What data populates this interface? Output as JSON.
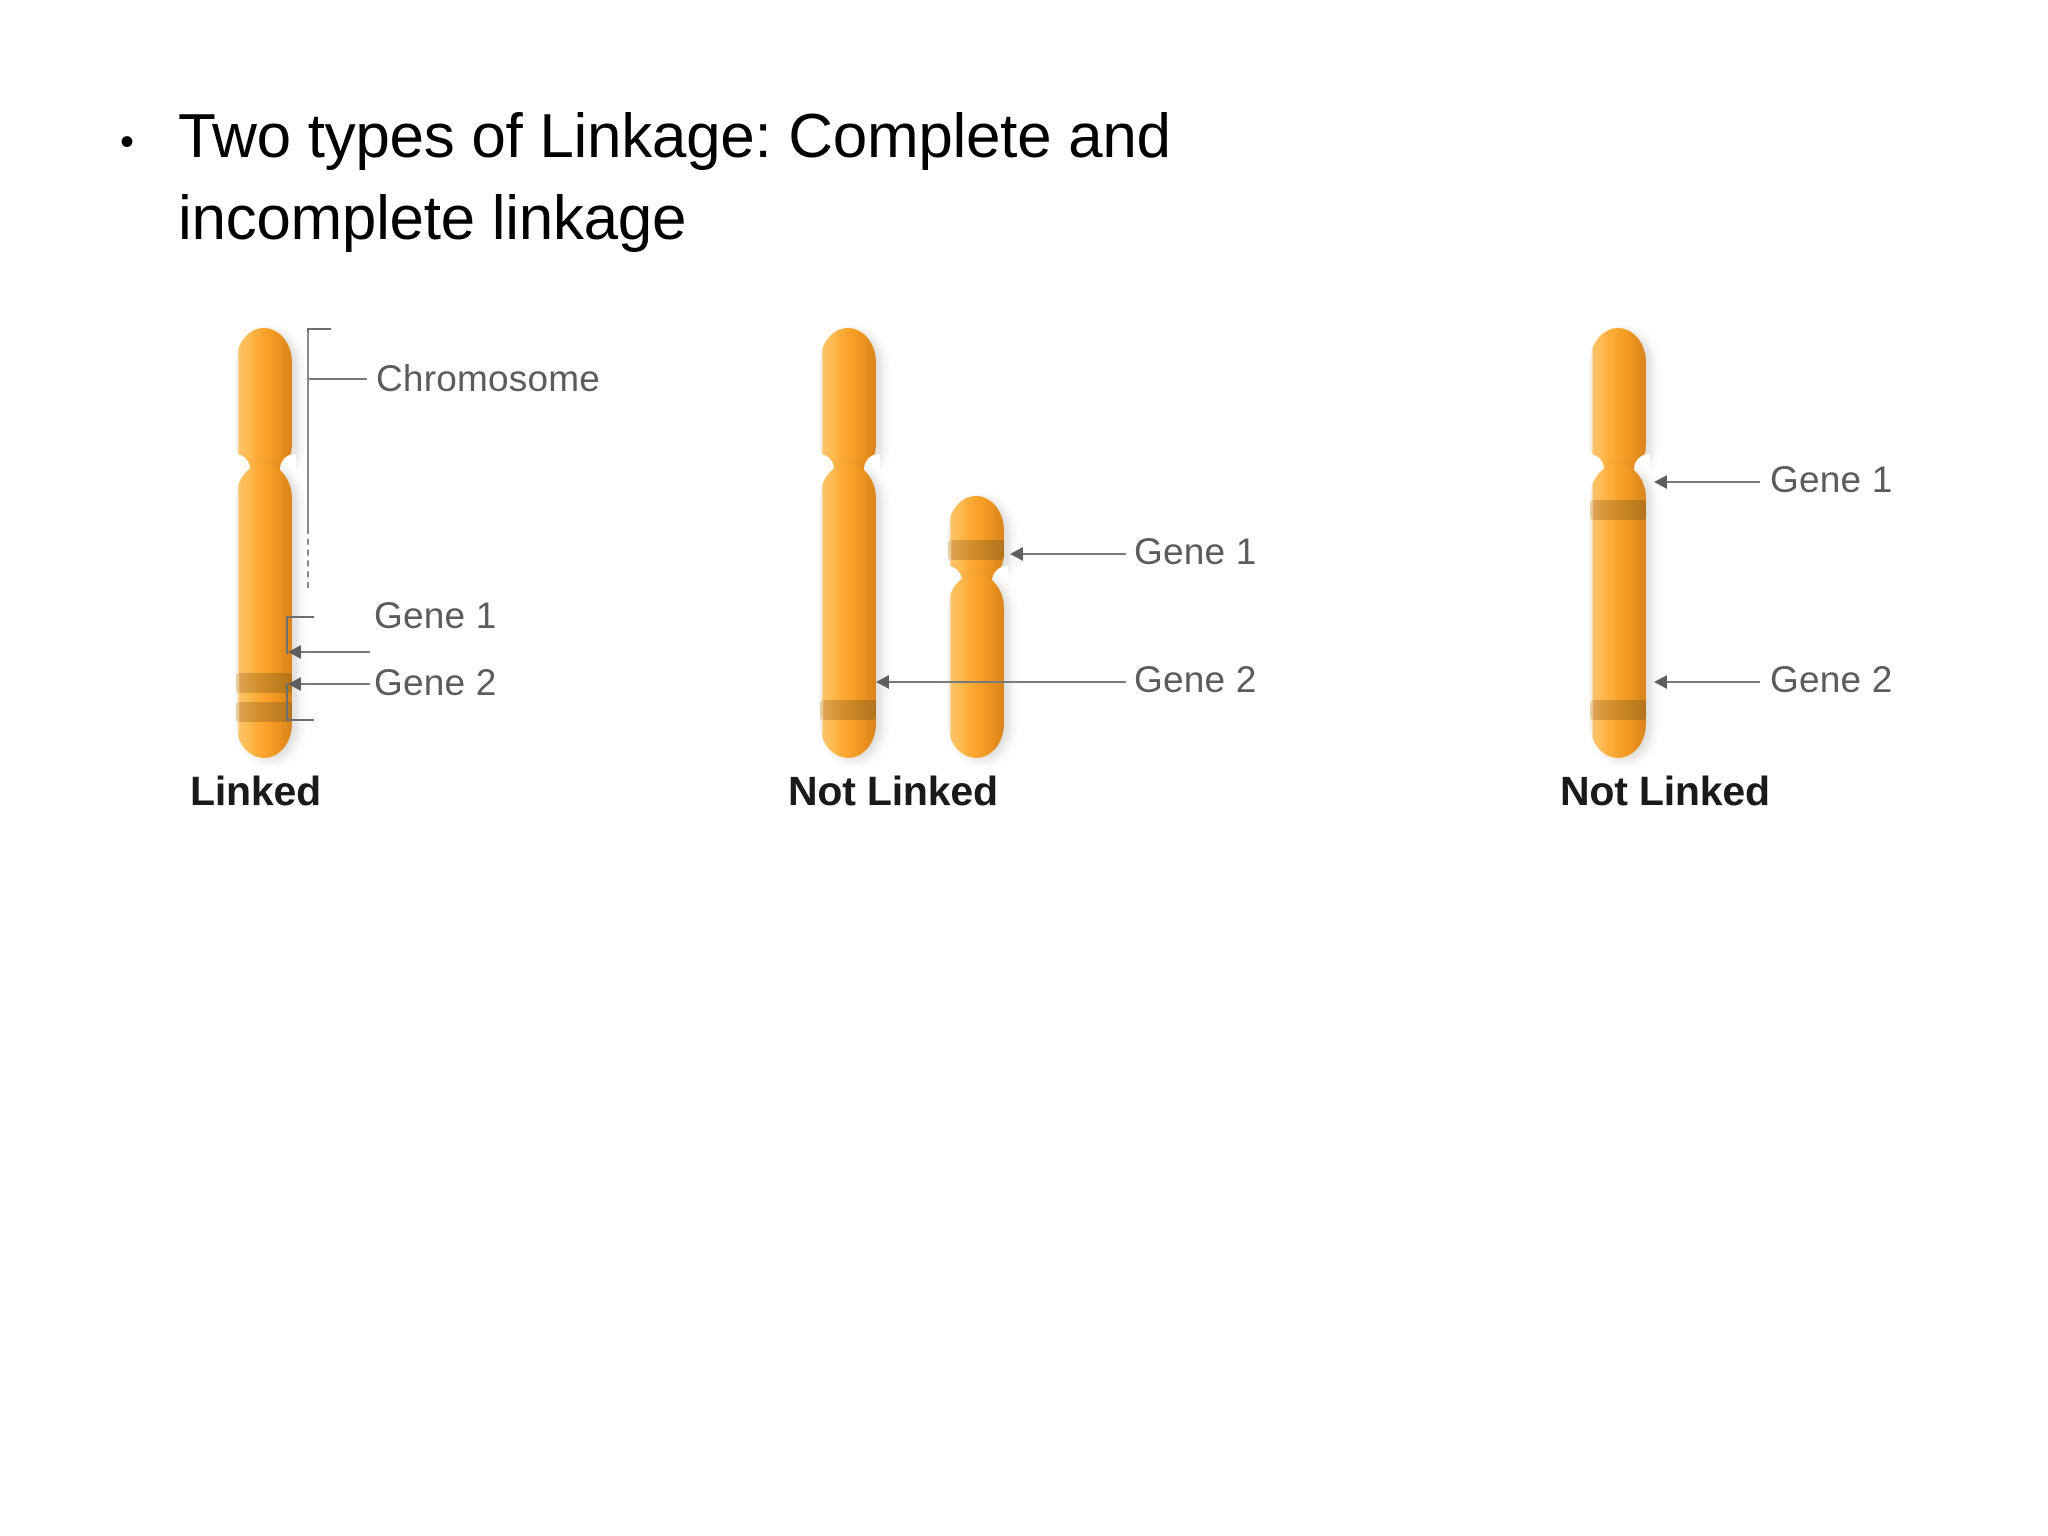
{
  "slide": {
    "bullet_marker": "•",
    "title_line_1": "Two types of Linkage: Complete and",
    "title_line_2": "incomplete linkage",
    "title_full": "Two types of Linkage: Complete and incomplete linkage"
  },
  "colors": {
    "chromosome_body": "#f9a22a",
    "chromosome_highlight": "#fdbe5a",
    "chromosome_shadow": "#d9851c",
    "gene_band": "#cf8b28",
    "label_text": "#5c5c5c",
    "caption_text": "#1a1a1a",
    "leader_line": "#7a7a7a",
    "background": "#ffffff"
  },
  "figure": {
    "panels": [
      {
        "id": "linked",
        "caption": "Linked",
        "chromosome_count": 1,
        "labels": [
          {
            "text": "Chromosome",
            "points_to": "whole-chromosome",
            "connector": "bracket"
          },
          {
            "text": "Gene 1",
            "points_to": "band-1",
            "connector": "hook-arrow"
          },
          {
            "text": "Gene 2",
            "points_to": "band-2",
            "connector": "hook-arrow"
          }
        ],
        "genes_on_same_chromosome": true
      },
      {
        "id": "not-linked-1",
        "caption": "Not Linked",
        "chromosome_count": 2,
        "labels": [
          {
            "text": "Gene 1",
            "points_to": "short-chromosome-band",
            "connector": "arrow"
          },
          {
            "text": "Gene 2",
            "points_to": "long-chromosome-band",
            "connector": "arrow"
          }
        ],
        "genes_on_same_chromosome": false
      },
      {
        "id": "not-linked-2",
        "caption": "Not Linked",
        "chromosome_count": 1,
        "labels": [
          {
            "text": "Gene 1",
            "points_to": "upper-band",
            "connector": "arrow"
          },
          {
            "text": "Gene 2",
            "points_to": "lower-band",
            "connector": "arrow"
          }
        ],
        "genes_on_same_chromosome": true
      }
    ]
  }
}
